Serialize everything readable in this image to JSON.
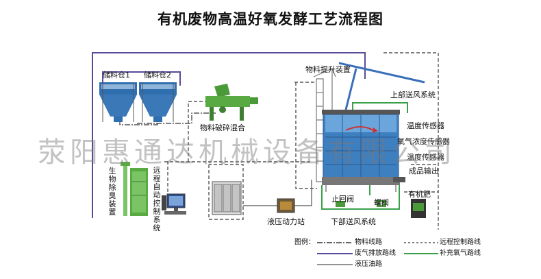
{
  "title": "有机废物高温好氧发酵工艺流程图",
  "watermark": "荥阳惠通达机械设备有限公司",
  "labels": {
    "silo1": "储料仓1",
    "silo2": "储料仓2",
    "crusher": "物料破碎混合",
    "elevator": "物料提升装置",
    "upper_fan": "上部送风系统",
    "temp_sensor1": "温度传感器",
    "oxygen_sensor": "氧气浓度传感器",
    "temp_sensor2": "温度传感器",
    "product_output": "成品输出",
    "organic_fertilizer": "有机肥",
    "check_valve": "止回阀",
    "butterfly_valve": "蝶阀",
    "lower_fan": "下部送风系统",
    "hydraulic_station": "液压动力站",
    "deodorizer": "生物除臭装置",
    "remote_control": "远程自动控制系统"
  },
  "legend": {
    "title": "图例：",
    "material_line": "物料线路",
    "remote_control_line": "远程控制路线",
    "exhaust_line": "废气排放路线",
    "oxygen_line": "补充氧气路线",
    "hydraulic_line": "液压油路"
  },
  "colors": {
    "material": "#333333",
    "remote": "#555555",
    "exhaust": "#5a4a9a",
    "oxygen": "#3aa04a",
    "hydraulic": "#555555",
    "silo": "#2f6fb0",
    "tank": "#3e7fc0",
    "frame": "#7a7a7a",
    "machine": "#4a9a3a"
  }
}
